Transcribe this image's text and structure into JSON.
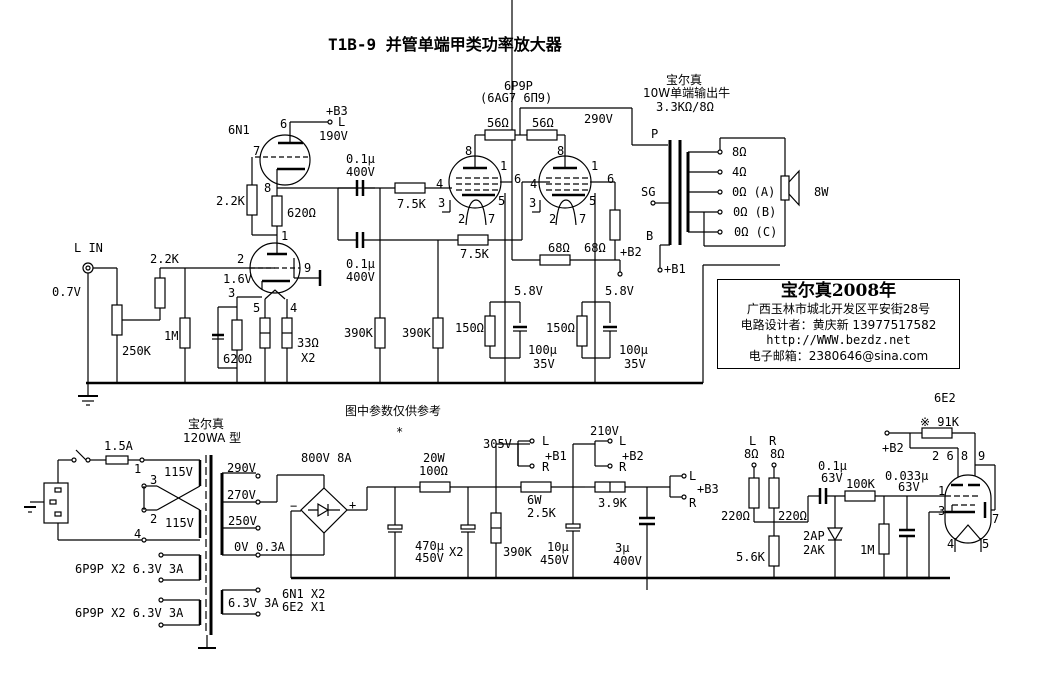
{
  "title": "T1B-9 并管单端甲类功率放大器",
  "note": "图中参数仅供参考",
  "note_mark": "*",
  "input": {
    "label": "L IN",
    "voltage": "0.7V",
    "pot": "250K",
    "series_r": "2.2K",
    "grid_r": "1M"
  },
  "driver": {
    "tube": "6N1",
    "b3": "+B3",
    "b3_side": "L",
    "plate_v": "190V",
    "pins": {
      "p6": "6",
      "p7": "7",
      "p8": "8",
      "p1": "1",
      "p2": "2",
      "p9": "9",
      "p3": "3",
      "p5": "5",
      "p4": "4"
    },
    "r_2k2": "2.2K",
    "r_620_top": "620Ω",
    "cathode_v": "1.6V",
    "r_620_bottom": "620Ω",
    "heater_r": "33Ω",
    "heater_r_qty": "X2"
  },
  "coupling": {
    "c1_value": "0.1μ",
    "c1_voltage": "400V",
    "c2_value": "0.1μ",
    "c2_voltage": "400V",
    "r_grid1": "7.5K",
    "r_grid2": "7.5K",
    "r_leak1": "390K",
    "r_leak2": "390K"
  },
  "output_tubes": {
    "tube": "6P9P",
    "equiv": "(6AG7 6П9)",
    "plate_r1": "56Ω",
    "plate_r2": "56Ω",
    "plate_v": "290V",
    "screen_r1": "68Ω",
    "screen_r2": "68Ω",
    "b2": "+B2",
    "cathode_v1": "5.8V",
    "cathode_v2": "5.8V",
    "cathode_r1": "150Ω",
    "cathode_r2": "150Ω",
    "cathode_c1": "100μ",
    "cathode_c1_v": "35V",
    "cathode_c2": "100μ",
    "cathode_c2_v": "35V",
    "pins": [
      "8",
      "1",
      "4",
      "6",
      "3",
      "5",
      "2",
      "7"
    ]
  },
  "output_transformer": {
    "brand": "宝尔真",
    "desc": "10W单端输出牛",
    "ratio": "3.3KΩ/8Ω",
    "p": "P",
    "sg": "SG",
    "b": "B",
    "b1": "+B1",
    "taps": [
      "8Ω",
      "4Ω",
      "0Ω (A)",
      "0Ω (B)",
      "0Ω (C)"
    ],
    "speaker": "8W"
  },
  "info": {
    "line1": "宝尔真2008年",
    "line2": "广西玉林市城北开发区平安街28号",
    "line3": "电路设计者：黄庆新  13977517582",
    "line4": "http://WWW.bezdz.net",
    "line5": "电子邮箱：2380646@sina.com"
  },
  "power_transformer": {
    "brand": "宝尔真",
    "model": "120WA 型",
    "fuse": "1.5A",
    "primary_pins": [
      "1",
      "3",
      "2",
      "4"
    ],
    "primary_v1": "115V",
    "primary_v2": "115V",
    "taps": [
      "290V",
      "270V",
      "250V",
      "0V"
    ],
    "tap_current": "0.3A",
    "heater1": "6P9P X2  6.3V 3A",
    "heater2": "6P9P X2  6.3V 3A",
    "heater3": "6.3V 3A",
    "heater3_tubes1": "6N1 X2",
    "heater3_tubes2": "6E2 X1"
  },
  "rectifier": {
    "rating": "800V 8A",
    "plus": "+",
    "minus": "−",
    "ac": "~"
  },
  "supply": {
    "r1_w": "20W",
    "r1": "100Ω",
    "c1": "470μ",
    "c1_v": "450V",
    "c1_qty": "X2",
    "v_b1": "305V",
    "b1": "+B1",
    "L": "L",
    "R": "R",
    "bleeder": "390K",
    "r2_w": "6W",
    "r2": "2.5K",
    "v_b2": "210V",
    "b2": "+B2",
    "c2": "10μ",
    "c2_v": "450V",
    "r3": "3.9K",
    "c3": "3μ",
    "c3_v": "400V",
    "b3": "+B3"
  },
  "indicator": {
    "tube": "6E2",
    "l_label": "L",
    "r_label": "R",
    "l_imp": "8Ω",
    "r_imp": "8Ω",
    "r_l": "220Ω",
    "r_r": "220Ω",
    "r_5k6": "5.6K",
    "c": "0.1μ",
    "c_v": "63V",
    "diode1": "2AP",
    "diode2": "2AK",
    "r_100k": "100K",
    "r_1m": "1M",
    "c2": "0.033μ",
    "c2_v": "63V",
    "r_91k": "※ 91K",
    "b2": "+B2",
    "pins_top": "2 6 8",
    "p9": "9",
    "p1": "1",
    "p3": "3",
    "p7": "7",
    "p4": "4",
    "p5": "5"
  }
}
